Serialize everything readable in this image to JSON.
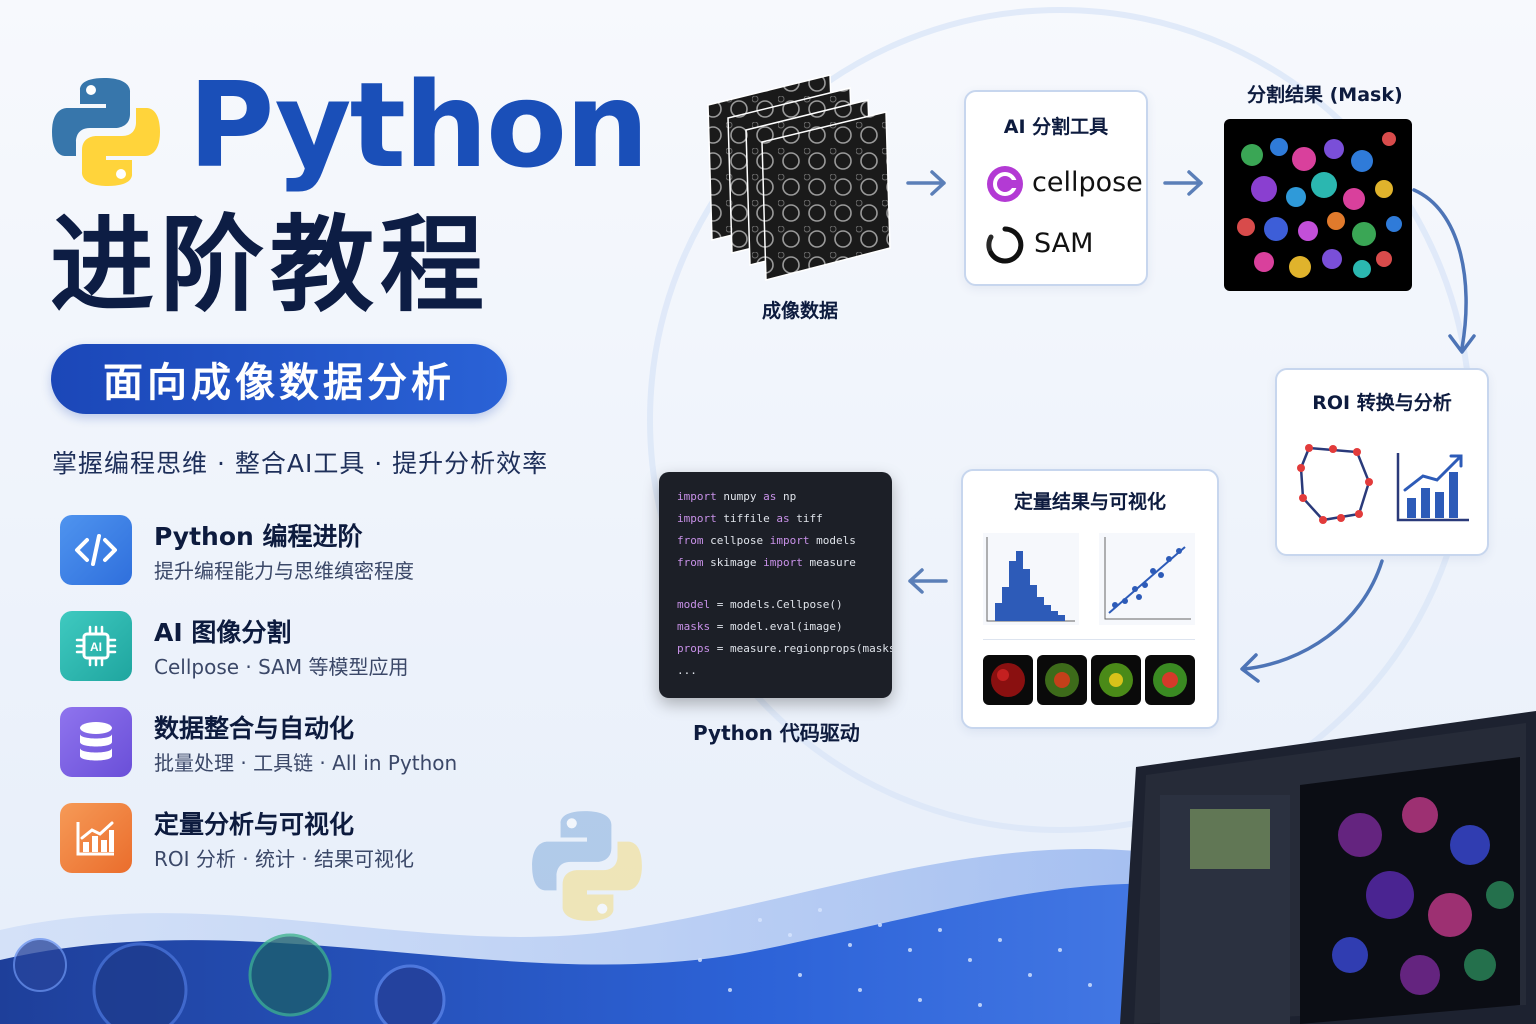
{
  "hero": {
    "title_en": "Python",
    "title_cn": "进阶教程",
    "subtitle": "面向成像数据分析",
    "tagline": "掌握编程思维 · 整合AI工具 · 提升分析效率"
  },
  "features": [
    {
      "title": "Python 编程进阶",
      "desc": "提升编程能力与思维缜密程度",
      "icon": "code-icon",
      "color": "#3b82e6"
    },
    {
      "title": "AI 图像分割",
      "desc": "Cellpose · SAM 等模型应用",
      "icon": "ai-chip-icon",
      "color": "#2bb7b0"
    },
    {
      "title": "数据整合与自动化",
      "desc": "批量处理 · 工具链 · All in Python",
      "icon": "database-icon",
      "color": "#7b5ce6"
    },
    {
      "title": "定量分析与可视化",
      "desc": "ROI 分析 · 统计 · 结果可视化",
      "icon": "bar-chart-icon",
      "color": "#f07b3a"
    }
  ],
  "workflow": {
    "imaging_label": "成像数据",
    "ai_tools": {
      "title": "AI 分割工具",
      "tool1": "cellpose",
      "tool2": "SAM"
    },
    "mask_label": "分割结果 (Mask)",
    "roi_title": "ROI 转换与分析",
    "quant_title": "定量结果与可视化",
    "code_label": "Python 代码驱动",
    "code_lines": [
      [
        {
          "k": true,
          "t": "import"
        },
        {
          "t": " numpy "
        },
        {
          "k": true,
          "t": "as"
        },
        {
          "t": " np"
        }
      ],
      [
        {
          "k": true,
          "t": "import"
        },
        {
          "t": " tiffile "
        },
        {
          "k": true,
          "t": "as"
        },
        {
          "t": " tiff"
        }
      ],
      [
        {
          "k": true,
          "t": "from"
        },
        {
          "t": " cellpose "
        },
        {
          "k": true,
          "t": "import"
        },
        {
          "t": " models"
        }
      ],
      [
        {
          "k": true,
          "t": "from"
        },
        {
          "t": " skimage "
        },
        {
          "k": true,
          "t": "import"
        },
        {
          "t": " measure"
        }
      ],
      [
        {
          "k": true,
          "t": "model"
        },
        {
          "t": " = models.Cellpose()"
        }
      ],
      [
        {
          "k": true,
          "t": "masks"
        },
        {
          "t": " = model.eval(image)"
        }
      ],
      [
        {
          "k": true,
          "t": "props"
        },
        {
          "t": " = measure.regionprops(masks)"
        }
      ],
      [
        {
          "t": "..."
        }
      ]
    ]
  },
  "colors": {
    "python_blue": "#3776ab",
    "python_yellow": "#ffd43b",
    "title_blue": "#1a4fb8",
    "accent": "#2a62d6"
  }
}
